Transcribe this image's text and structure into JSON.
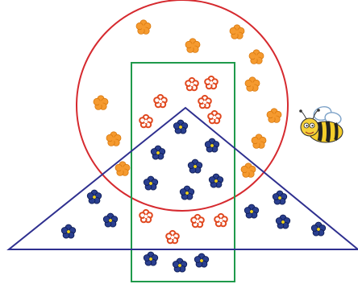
{
  "diagram": {
    "shapes": [
      {
        "id": "circle",
        "kind": "circle",
        "color": "#d62a2f"
      },
      {
        "id": "rectangle",
        "kind": "rectangle",
        "color": "#1f9a4b"
      },
      {
        "id": "triangle",
        "kind": "triangle",
        "color": "#2e2f8f"
      }
    ],
    "flower_types": [
      {
        "id": "orange",
        "petal_color": "#f59a2f",
        "center_color": "#f59a2f",
        "petal_outline": "#d97a10"
      },
      {
        "id": "red",
        "petal_color": "#ffffff",
        "center_color": "#ffffff",
        "petal_outline": "#e0481f"
      },
      {
        "id": "blue",
        "petal_color": "#2a3f8f",
        "center_color": "#f0d21a",
        "petal_outline": "#0f1d55"
      }
    ],
    "decor": {
      "bee_icon": "bee-icon"
    }
  }
}
